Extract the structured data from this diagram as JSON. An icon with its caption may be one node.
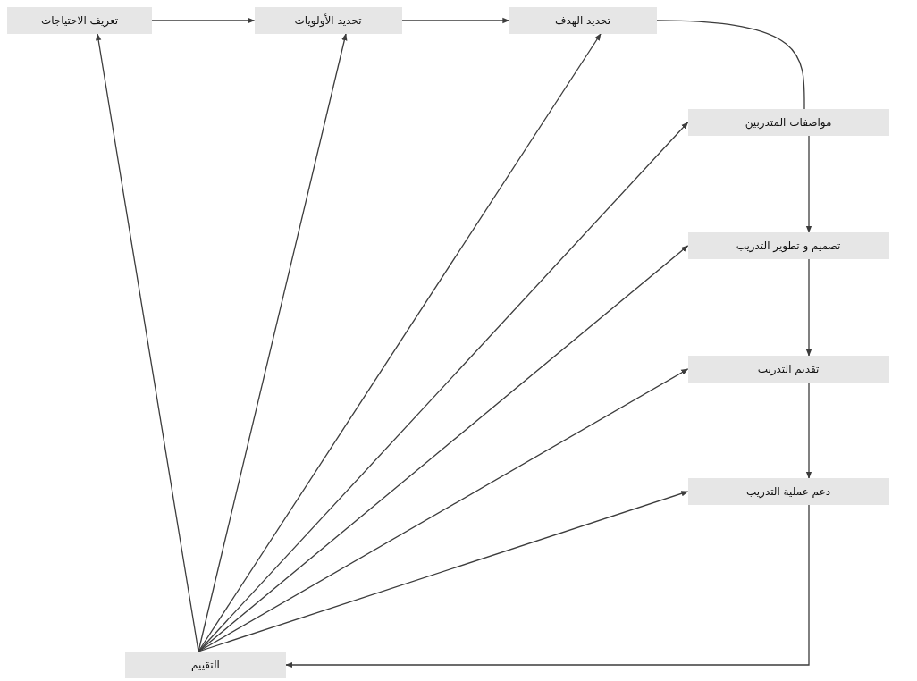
{
  "diagram": {
    "nodes": [
      {
        "text": [
          "تعريف الاحتياجات"
        ]
      },
      {
        "text": [
          "تحديد الأولويات"
        ]
      },
      {
        "text": [
          "تحديد الهدف"
        ]
      },
      {
        "text": [
          "مواصفات المتدربين"
        ]
      },
      {
        "text": [
          "تصميم و تطوير التدريب"
        ]
      },
      {
        "text": [
          "تقديم التدريب"
        ]
      },
      {
        "text": [
          "دعم عملية التدريب"
        ]
      },
      {
        "text": [
          "التقييم"
        ]
      }
    ],
    "edges": [
      {
        "from": 0,
        "to": 1,
        "arrow": "to"
      },
      {
        "from": 1,
        "to": 2,
        "arrow": "to"
      },
      {
        "from": 2,
        "to": 3,
        "arrow": "none"
      },
      {
        "from": 3,
        "to": 4,
        "arrow": "to"
      },
      {
        "from": 4,
        "to": 5,
        "arrow": "to"
      },
      {
        "from": 5,
        "to": 6,
        "arrow": "to"
      },
      {
        "from": 6,
        "to": 7,
        "arrow": "to"
      },
      {
        "from": 7,
        "to": 0,
        "arrow": "to"
      },
      {
        "from": 7,
        "to": 1,
        "arrow": "to"
      },
      {
        "from": 7,
        "to": 2,
        "arrow": "to"
      },
      {
        "from": 7,
        "to": 3,
        "arrow": "to"
      },
      {
        "from": 7,
        "to": 4,
        "arrow": "to"
      },
      {
        "from": 7,
        "to": 5,
        "arrow": "to"
      },
      {
        "from": 7,
        "to": 6,
        "arrow": "to"
      }
    ]
  }
}
